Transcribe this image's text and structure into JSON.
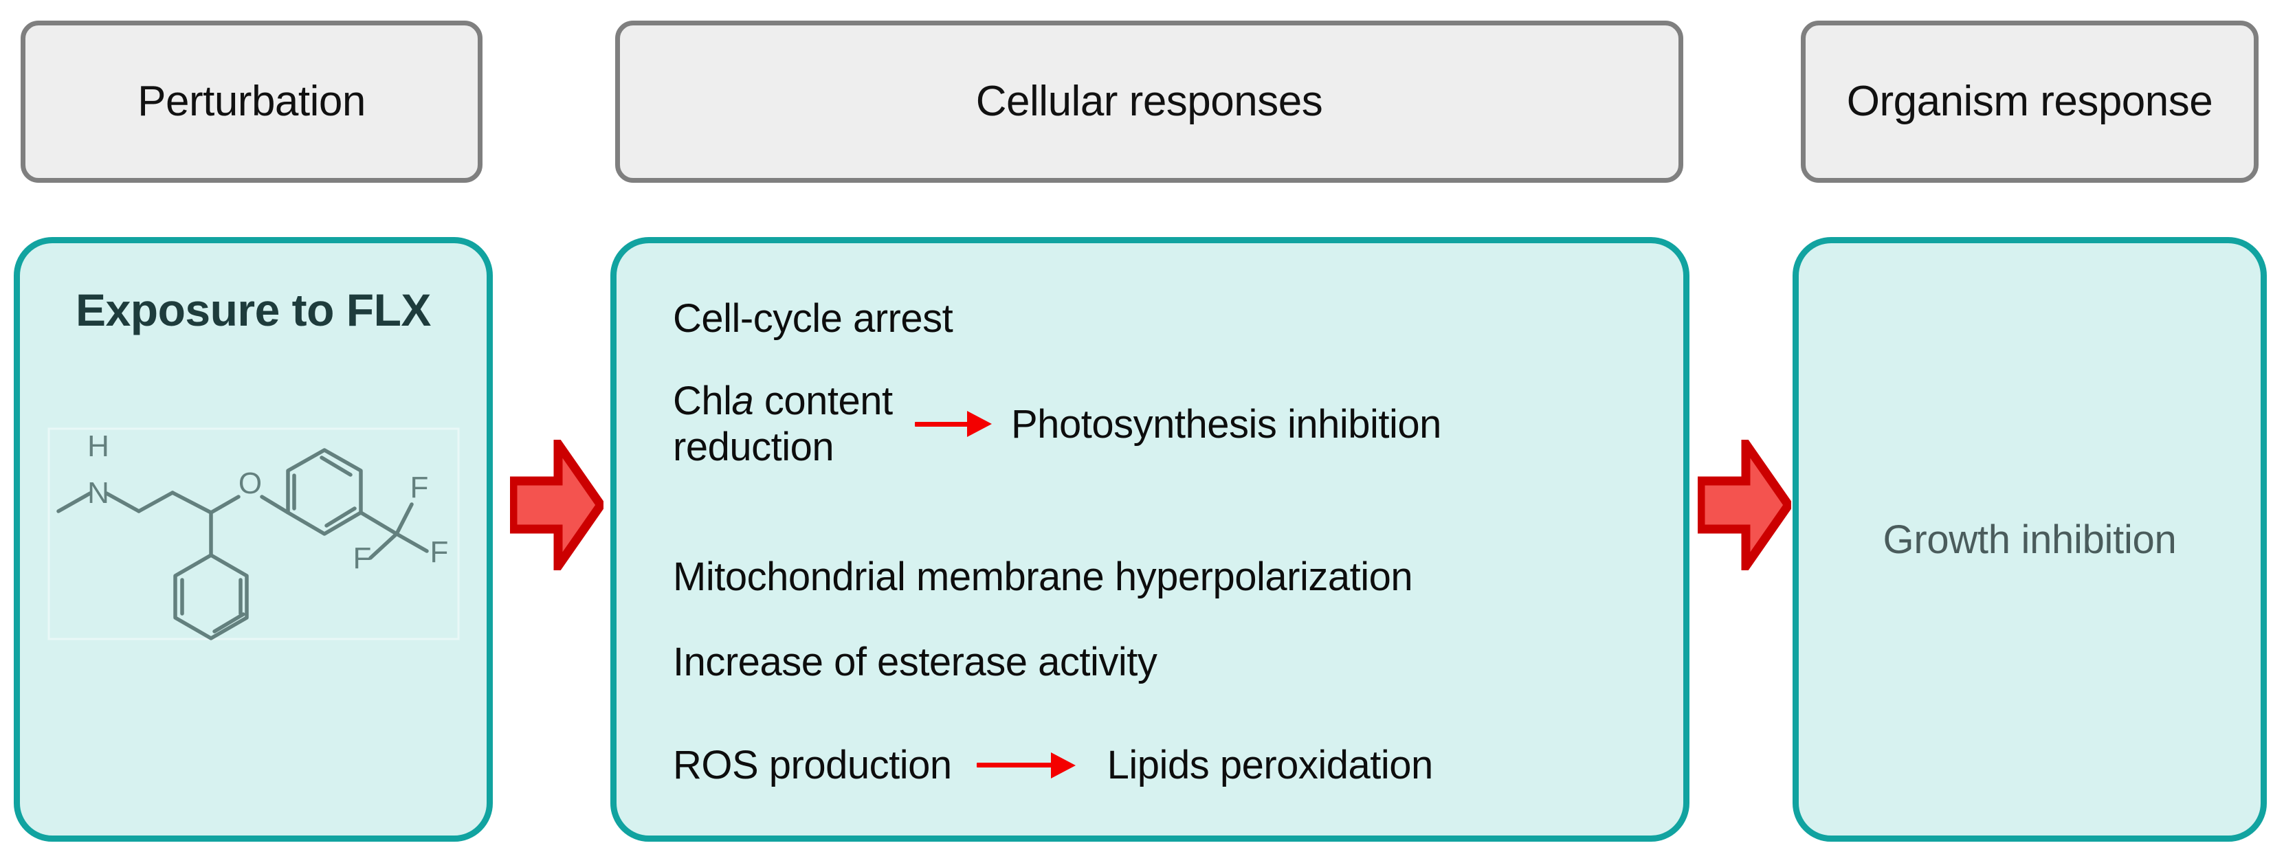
{
  "headers": [
    {
      "id": "perturbation",
      "label": "Perturbation"
    },
    {
      "id": "cellular",
      "label": "Cellular responses"
    },
    {
      "id": "organism",
      "label": "Organism response"
    }
  ],
  "exposure": {
    "title": "Exposure to FLX",
    "molecule": {
      "name": "fluoxetine",
      "atom_labels": [
        "H",
        "N",
        "O",
        "F",
        "F",
        "F"
      ]
    }
  },
  "cellular_responses": [
    {
      "id": "cell-cycle-arrest",
      "label": "Cell-cycle arrest"
    },
    {
      "id": "chla-reduction",
      "label_prefix": "Chl",
      "label_italic": "a",
      "label_suffix": " content\nreduction",
      "arrow": "red-arrow-right",
      "target": "Photosynthesis inhibition"
    },
    {
      "id": "mitochondrial-hyperpolarization",
      "label": "Mitochondrial membrane hyperpolarization"
    },
    {
      "id": "esterase-activity",
      "label": "Increase of esterase activity"
    },
    {
      "id": "ros-production",
      "label": "ROS production",
      "arrow": "red-arrow-right",
      "target": "Lipids peroxidation"
    }
  ],
  "organism": {
    "label": "Growth inhibition"
  },
  "flow_arrows": [
    {
      "id": "exposure-to-cellular",
      "icon": "red-block-arrow-right"
    },
    {
      "id": "cellular-to-organism",
      "icon": "red-block-arrow-right"
    }
  ],
  "colors": {
    "header_fill": "#eeeeee",
    "header_border": "#7f7f7f",
    "panel_fill": "#d7f2f0",
    "panel_border": "#11a3a0",
    "arrow_red": "#f40000",
    "block_arrow_fill": "#f4534f",
    "block_arrow_border": "#cc0000",
    "text_dark": "#0d0d0d",
    "text_teal_dark": "#1e3c3c",
    "text_gray": "#4a5c5c",
    "molecule_stroke": "#63807e"
  }
}
